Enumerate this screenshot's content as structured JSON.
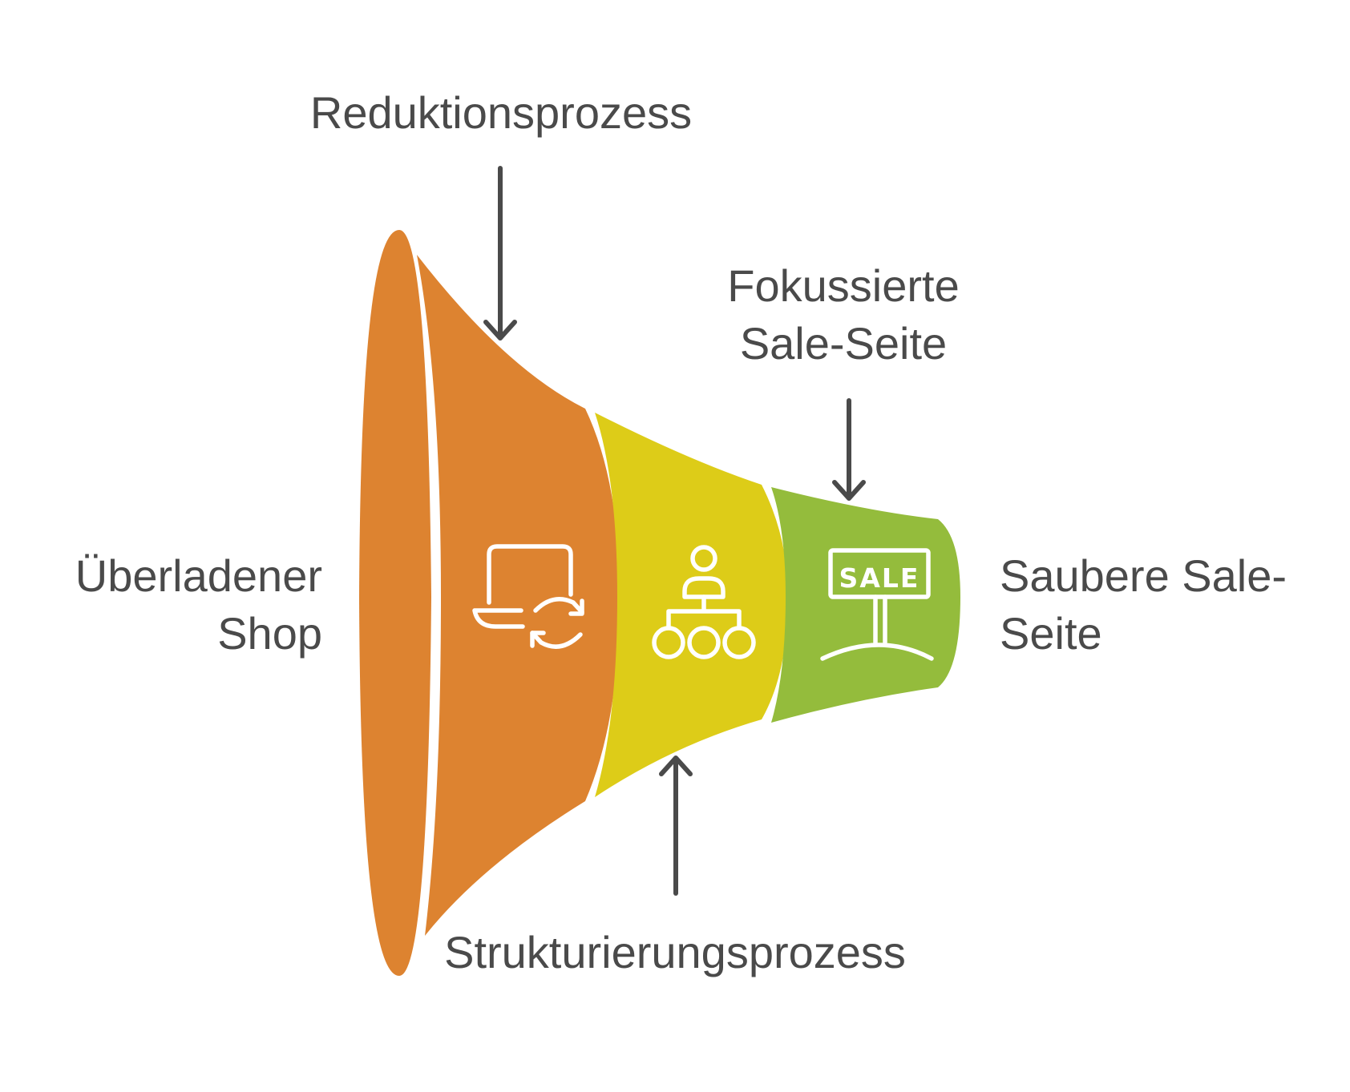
{
  "diagram": {
    "labels": {
      "top_process": "Reduktionsprozess",
      "bottom_process": "Strukturierungsprozess",
      "start_line1": "Überladener",
      "start_line2": "Shop",
      "middle_line1": "Fokussierte",
      "middle_line2": "Sale-Seite",
      "end_line1": "Saubere Sale-",
      "end_line2": "Seite"
    },
    "sign_text": "SALE",
    "segments": [
      {
        "name": "orange-segment",
        "color": "#DD8330",
        "icon": "laptop-refresh-icon"
      },
      {
        "name": "yellow-segment",
        "color": "#DDCC18",
        "icon": "hierarchy-icon"
      },
      {
        "name": "green-segment",
        "color": "#94BC3C",
        "icon": "sale-sign-icon"
      }
    ],
    "colors": {
      "text": "#4a4a4a",
      "arrow": "#4a4a4a",
      "icon_stroke": "#ffffff"
    }
  }
}
